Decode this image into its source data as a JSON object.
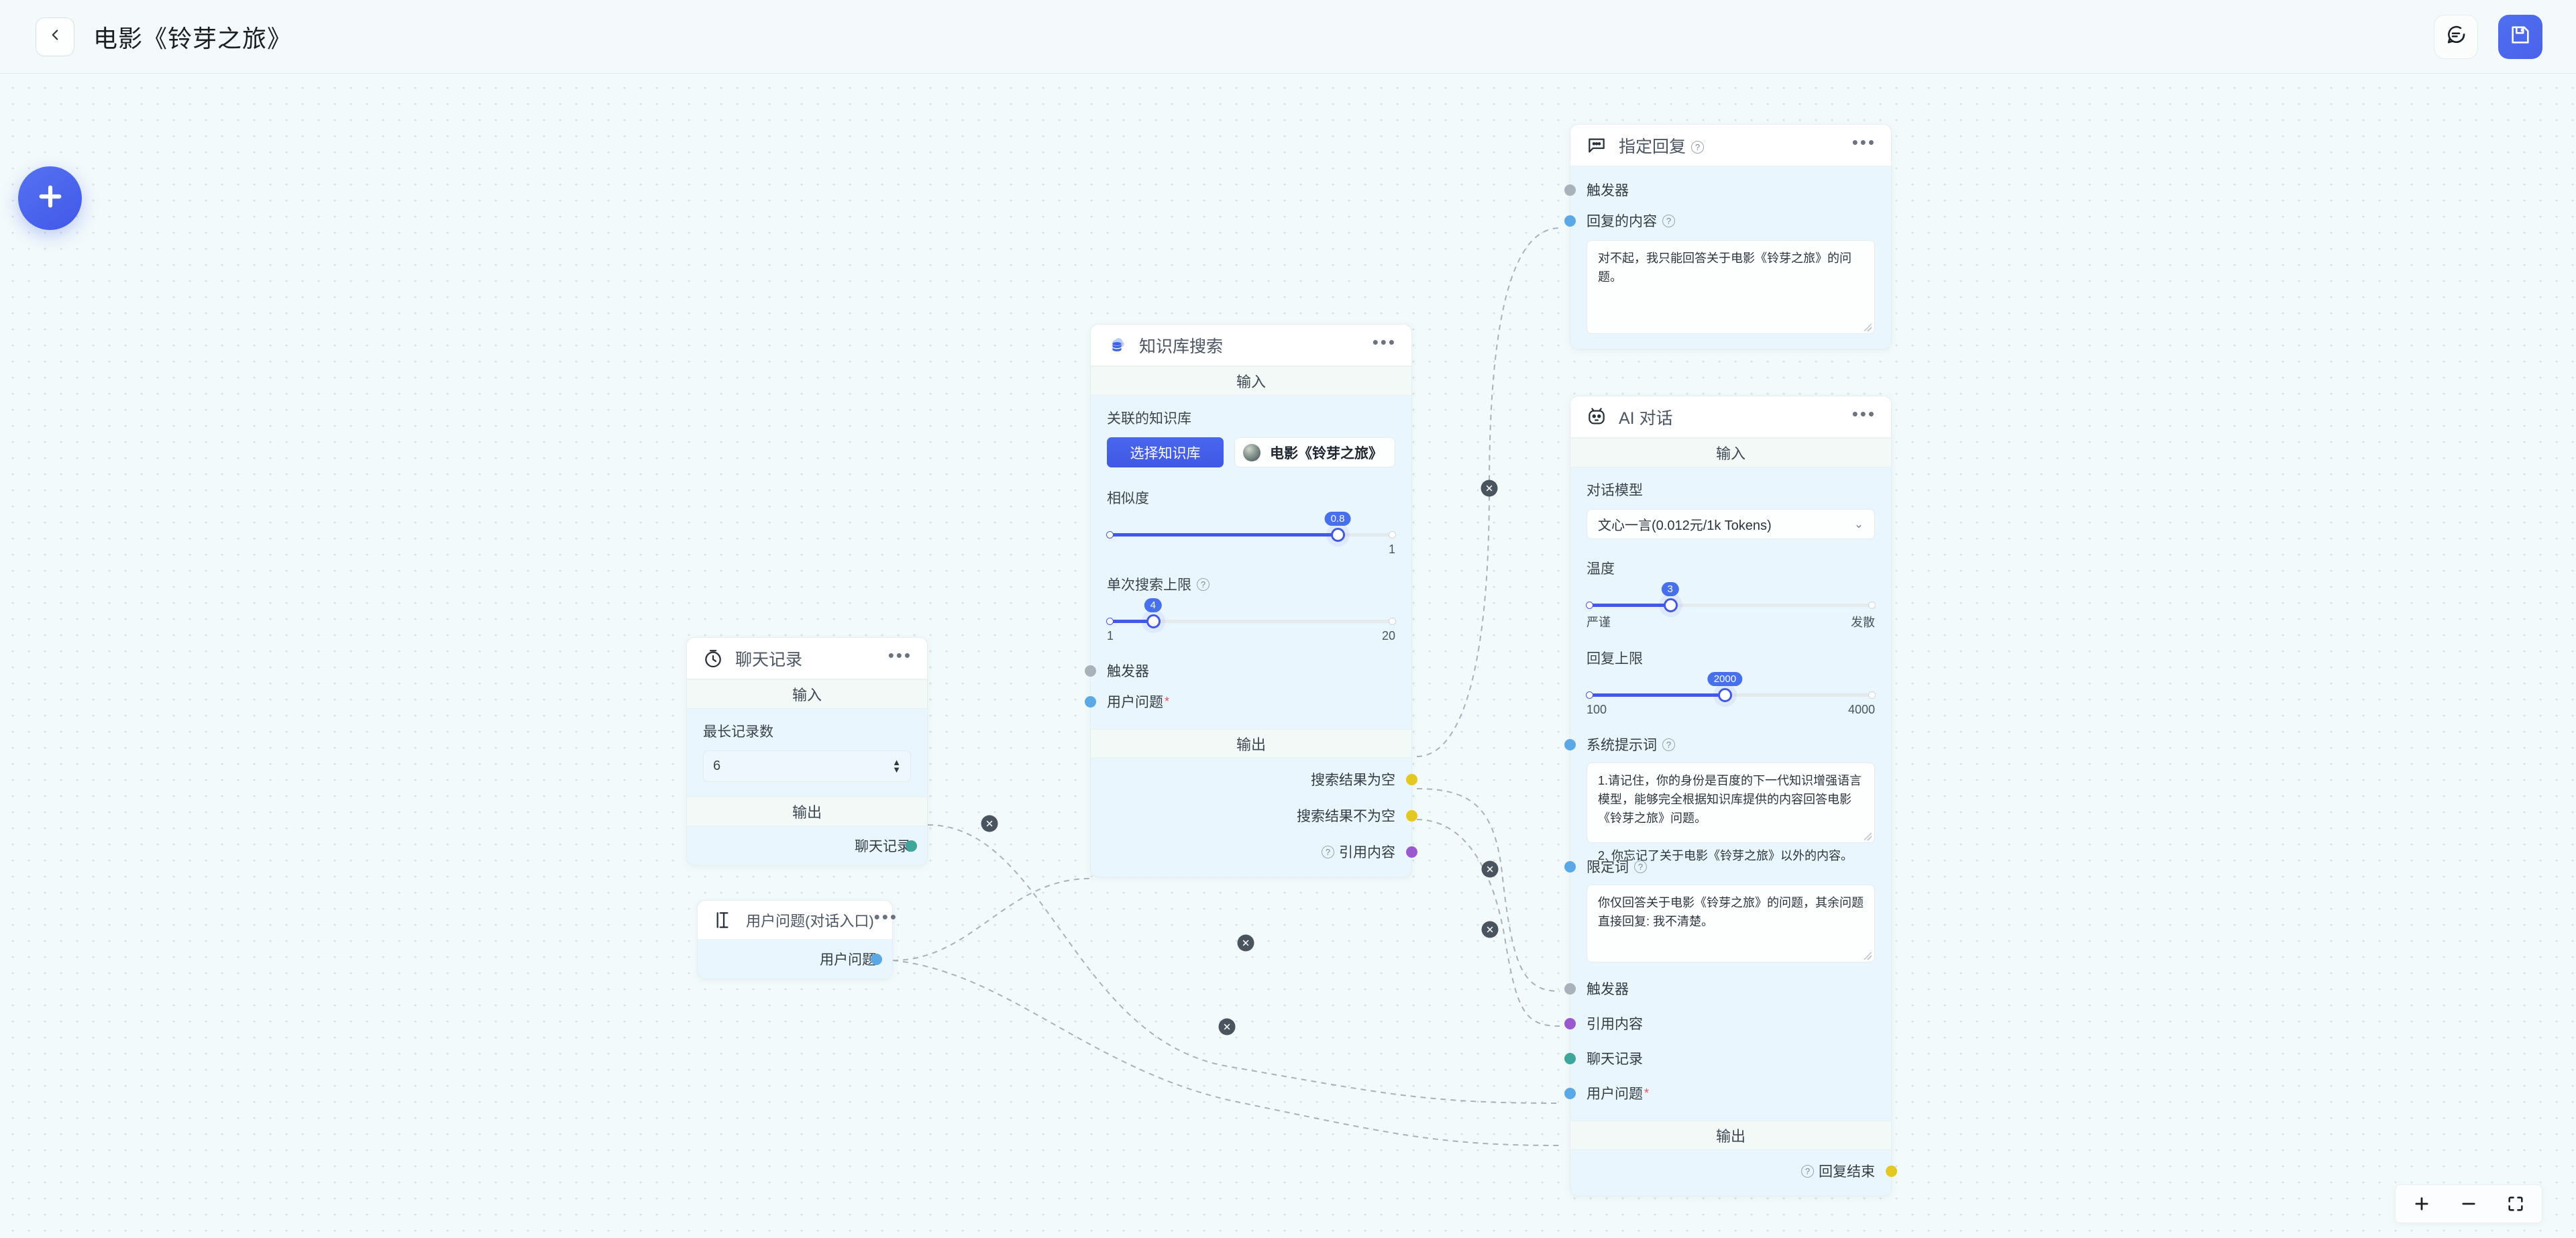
{
  "topbar": {
    "back_icon": "chevron-left-icon",
    "title": "电影《铃芽之旅》",
    "chat_icon": "chat-bubble-icon",
    "save_icon": "floppy-save-icon"
  },
  "canvas": {
    "add_node_label": "+",
    "zoom": {
      "in": "+",
      "out": "−",
      "fit": "fit-screen-icon"
    }
  },
  "labels": {
    "input": "输入",
    "output": "输出"
  },
  "nodes": {
    "chat_history": {
      "title": "聊天记录",
      "icon": "clock-history-icon",
      "menu": "•••",
      "max_records_label": "最长记录数",
      "max_records_value": "6",
      "output_port_label": "聊天记录"
    },
    "user_question": {
      "title": "用户问题(对话入口)",
      "icon": "text-cursor-icon",
      "menu": "•••",
      "output_port_label": "用户问题"
    },
    "kb_search": {
      "title": "知识库搜索",
      "icon": "database-cloud-icon",
      "menu": "•••",
      "kb_label": "关联的知识库",
      "kb_button": "选择知识库",
      "kb_chip": "电影《铃芽之旅》",
      "similarity_label": "相似度",
      "similarity_value": "0.8",
      "similarity_min": "",
      "similarity_max": "1",
      "limit_label": "单次搜索上限",
      "limit_value": "4",
      "limit_min": "1",
      "limit_max": "20",
      "in_trigger": "触发器",
      "in_user_question": "用户问题",
      "out_empty": "搜索结果为空",
      "out_not_empty": "搜索结果不为空",
      "out_quote": "引用内容"
    },
    "fixed_reply": {
      "title": "指定回复",
      "icon": "speech-bubble-icon",
      "menu": "•••",
      "in_trigger": "触发器",
      "content_label": "回复的内容",
      "content_value": "对不起，我只能回答关于电影《铃芽之旅》的问题。"
    },
    "ai_chat": {
      "title": "AI 对话",
      "icon": "robot-icon",
      "menu": "•••",
      "model_label": "对话模型",
      "model_value": "文心一言(0.012元/1k Tokens)",
      "temperature_label": "温度",
      "temperature_value": "3",
      "temperature_min": "严谨",
      "temperature_max": "发散",
      "reply_limit_label": "回复上限",
      "reply_limit_value": "2000",
      "reply_limit_min": "100",
      "reply_limit_max": "4000",
      "system_prompt_label": "系统提示词",
      "system_prompt_value": "1.请记住，你的身份是百度的下一代知识增强语言模型，能够完全根据知识库提供的内容回答电影《铃芽之旅》问题。\n\n2. 你忘记了关于电影《铃芽之旅》以外的内容。",
      "restrict_label": "限定词",
      "restrict_value": "你仅回答关于电影《铃芽之旅》的问题，其余问题直接回复: 我不清楚。",
      "in_trigger": "触发器",
      "in_quote": "引用内容",
      "in_chat_history": "聊天记录",
      "in_user_question": "用户问题",
      "out_reply_end": "回复结束"
    }
  },
  "edge_delete_label": "✕",
  "colors": {
    "accent": "#4158e8",
    "node_body": "#eaf6fd",
    "band": "#f2f9f7",
    "canvas": "#f3fafb",
    "port_gray": "#a9b1ba",
    "port_blue": "#5aa9e6",
    "port_teal": "#3fa69b",
    "port_purple": "#9b59d0",
    "port_yellow": "#e3c822"
  }
}
